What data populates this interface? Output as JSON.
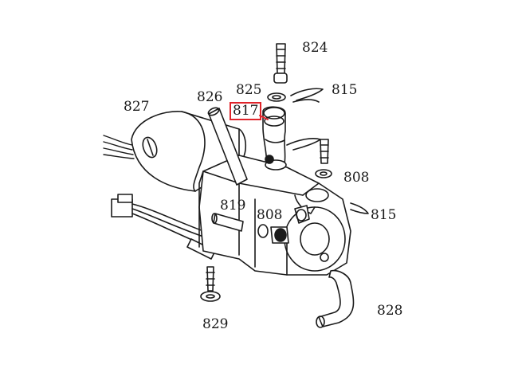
{
  "labels": {
    "p824": "824",
    "p825": "825",
    "p815a": "815",
    "p827": "827",
    "p826": "826",
    "p817": "817",
    "p808a": "808",
    "p819": "819",
    "p808b": "808",
    "p815b": "815",
    "p828": "828",
    "p829": "829"
  },
  "highlight": {
    "part": "817",
    "color": "#e0242a"
  },
  "colors": {
    "ink": "#1a1a1a",
    "paper": "#ffffff"
  }
}
